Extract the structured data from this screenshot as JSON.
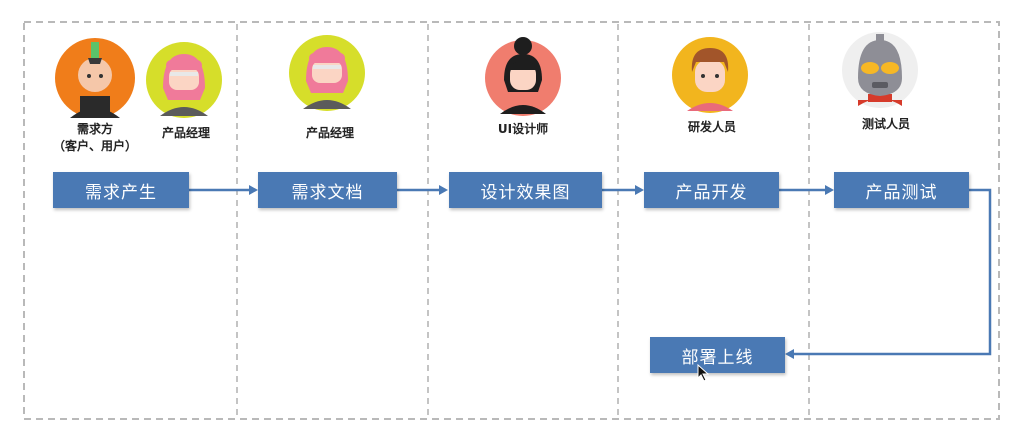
{
  "roles": {
    "demand_party": "需求方",
    "demand_party_sub": "（客户、用户）",
    "pm_1": "产品经理",
    "pm_2": "产品经理",
    "ui_designer": "UI设计师",
    "developer": "研发人员",
    "tester": "测试人员"
  },
  "steps": {
    "demand": "需求产生",
    "doc": "需求文档",
    "design": "设计效果图",
    "develop": "产品开发",
    "test": "产品测试",
    "deploy": "部署上线"
  },
  "avatars": {
    "demand_party": "punk-mohawk-avatar-icon",
    "pm_1": "pink-hair-girl-avatar-icon",
    "pm_2": "pink-hair-girl-avatar-icon",
    "ui_designer": "bun-hair-woman-avatar-icon",
    "developer": "boy-avatar-icon",
    "tester": "robot-ultraman-avatar-icon"
  },
  "colors": {
    "step_fill": "#4a79b4",
    "arrow": "#4a79b4",
    "lane_border": "#b9b9b9"
  }
}
